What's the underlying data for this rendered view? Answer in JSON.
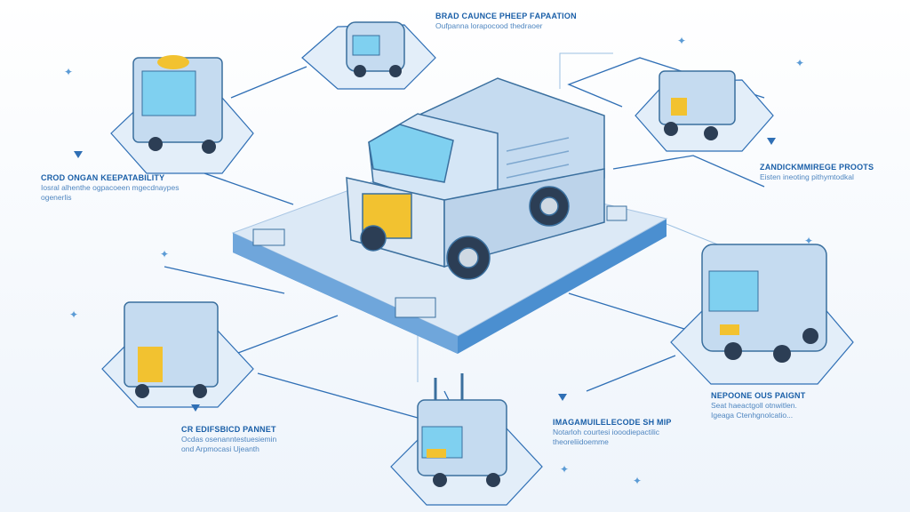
{
  "title": "Vehicle modules diagram",
  "labels": [
    {
      "id": "top",
      "title": "Brad Caunce Pheep Fараation",
      "desc": "Oufpanna lorapocood thedraoer"
    },
    {
      "id": "left",
      "title": "Crod Ongan Keepatability",
      "desc": "Iosral alhenthe ogpacoeen mgecdnaypes ogenerlis"
    },
    {
      "id": "right",
      "title": "Zandickmmirege Proots",
      "desc": "Eisten ineoting pithymtodkal"
    },
    {
      "id": "right-bottom",
      "title": "Nepoone Ous Paignt",
      "desc": "Seat haeactgoll otnwitlen. Igeaga Ctenhgnolcatio..."
    },
    {
      "id": "left-bottom",
      "title": "Cr Edifsbicd Pannet",
      "desc": "Ocdas osenanntestuesiemin ond Arpmocasi Ujeanth"
    },
    {
      "id": "bottom",
      "title": "Imagamuilelecode Sh Mip",
      "desc": "Notarloh courtesi iooodiepactilic theoreliidoemme"
    }
  ],
  "colors": {
    "line": "#2f6fb5",
    "pad": "#e3eef9",
    "accent": "#f2c230",
    "body": "#cfe0f1",
    "glass": "#7fd0f0"
  }
}
